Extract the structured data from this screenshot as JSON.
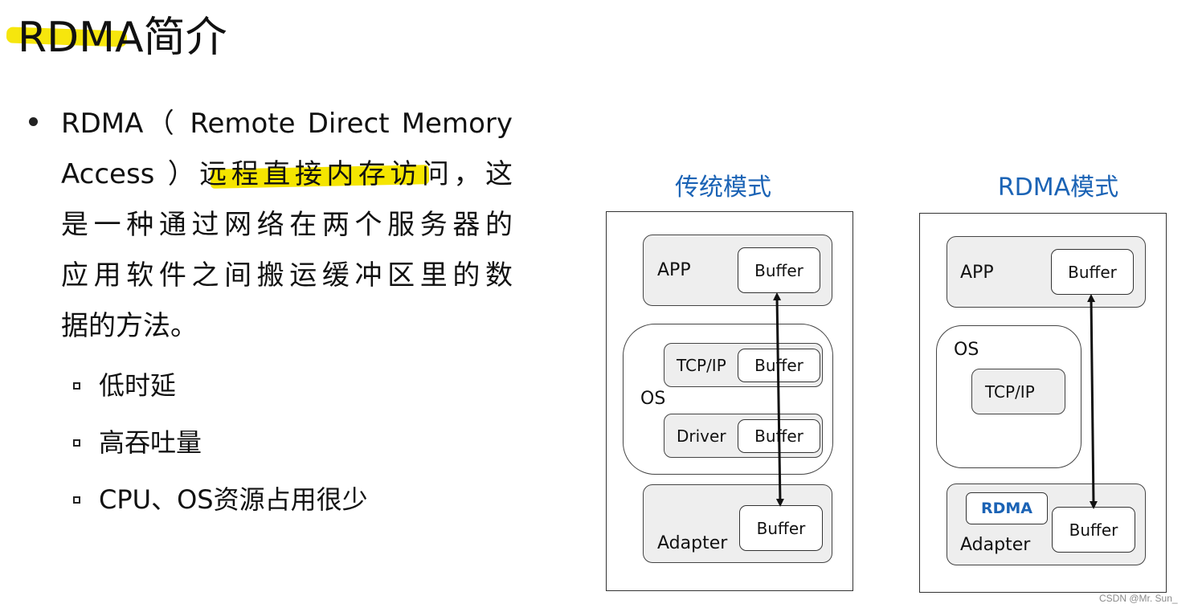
{
  "title": "RDMA简介",
  "intro": {
    "lines": [
      "RDMA（ Remote Direct Memory",
      "Access ）远程直接内存访问，这",
      "是一种通过网络在两个服务器的",
      "应用软件之间搬运缓冲区里的数",
      "据的方法。"
    ],
    "points": [
      "低时延",
      "高吞吐量",
      "CPU、OS资源占用很少"
    ]
  },
  "diagram": {
    "traditional": {
      "title": "传统模式",
      "app": "APP",
      "os": "OS",
      "tcpip": "TCP/IP",
      "driver": "Driver",
      "adapter": "Adapter",
      "buffer": "Buffer"
    },
    "rdma": {
      "title": "RDMA模式",
      "app": "APP",
      "os": "OS",
      "tcpip": "TCP/IP",
      "rdma_tag": "RDMA",
      "adapter": "Adapter",
      "buffer": "Buffer"
    }
  },
  "watermark": "CSDN @Mr. Sun_",
  "colors": {
    "highlight": "#f5e500",
    "accent_blue": "#1b63b5",
    "layer_fill": "#eeeeee"
  }
}
